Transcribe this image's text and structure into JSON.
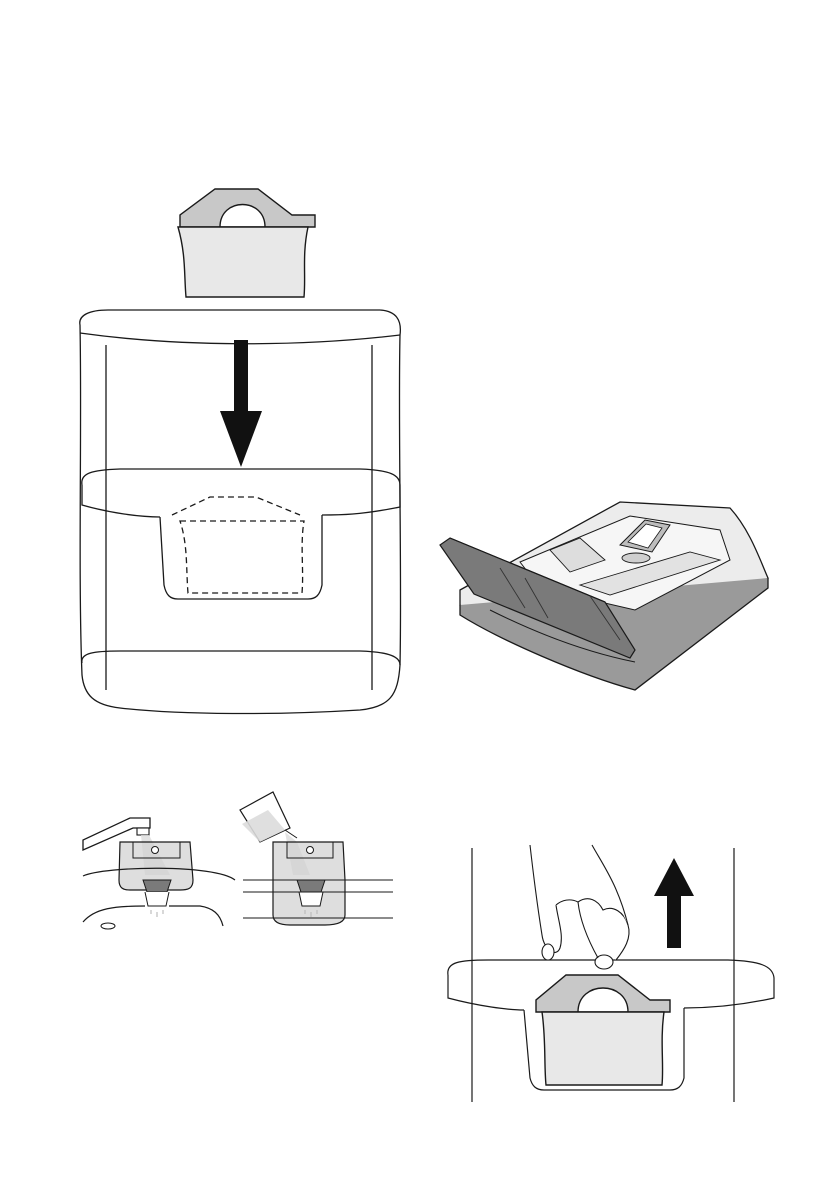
{
  "figures": [
    {
      "id": "insert",
      "description_shown": false
    },
    {
      "id": "drawer",
      "description_shown": false
    },
    {
      "id": "fill",
      "description_shown": false
    },
    {
      "id": "remove",
      "description_shown": false
    }
  ],
  "colors": {
    "line": "#1a1a1a",
    "fill_light": "#e8e8e8",
    "fill_mid": "#c8c8c8",
    "fill_dark": "#8a8a8a",
    "arrow": "#111111",
    "water": "#dcdcdc"
  },
  "icons": [
    "arrow-down-icon",
    "arrow-up-icon",
    "tap-icon",
    "jug-icon",
    "hand-icon"
  ]
}
